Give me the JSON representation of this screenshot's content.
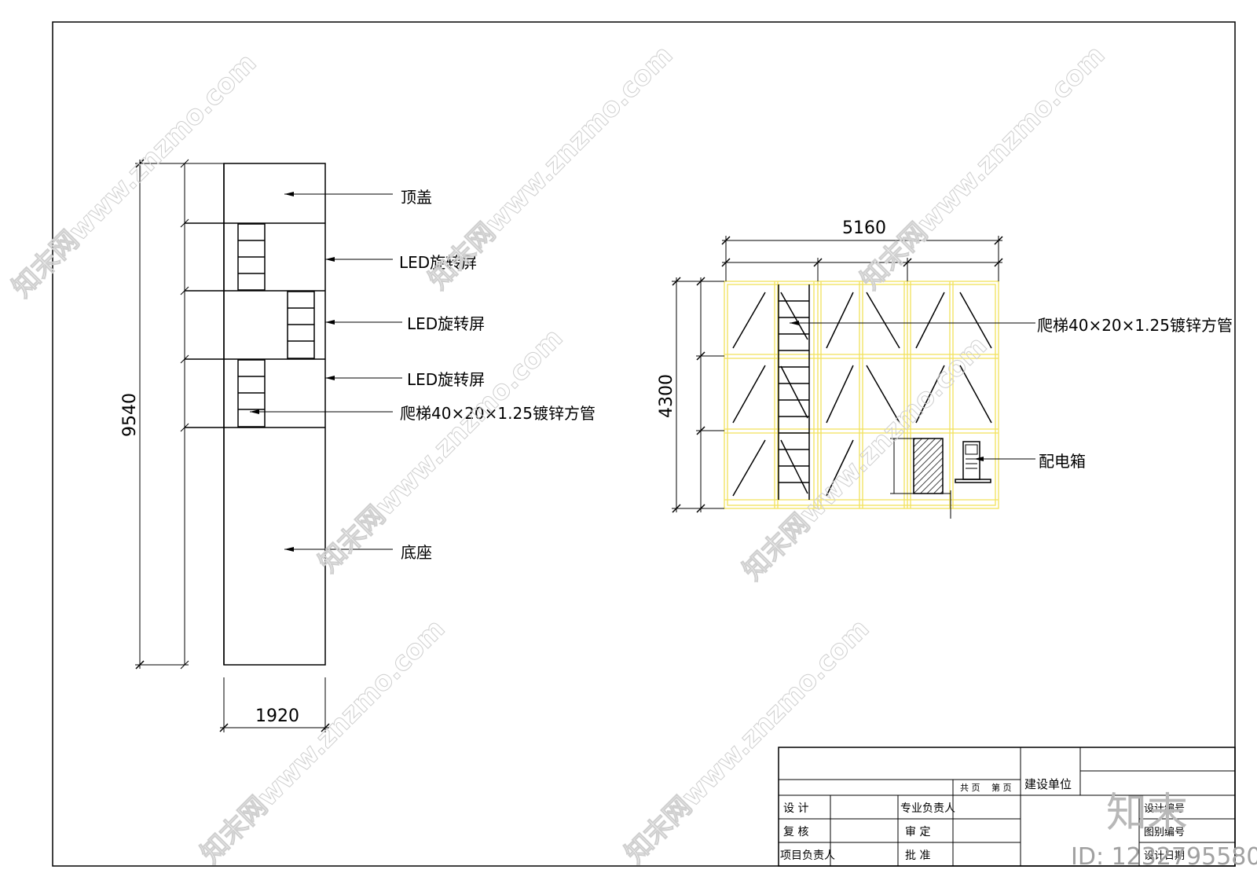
{
  "side_view": {
    "labels": {
      "top_cap": "顶盖",
      "led_1": "LED旋转屏",
      "led_2": "LED旋转屏",
      "led_3": "LED旋转屏",
      "ladder": "爬梯40×20×1.25镀锌方管",
      "base": "底座"
    },
    "dim_height": "9540",
    "dim_width": "1920"
  },
  "front_view": {
    "dim_width": "5160",
    "dim_height": "4300",
    "ladder_label": "爬梯40×20×1.25镀锌方管",
    "distribution_box_label": "配电箱"
  },
  "title_block": {
    "sheets": "共 页",
    "sheet_no": "第 页",
    "client": "建设单位",
    "design": "设 计",
    "review": "复 核",
    "project_lead": "项目负责人",
    "discipline_lead": "专业负责人",
    "audit": "审 定",
    "approve": "批 准",
    "design_no": "设计编号",
    "drawing_no": "图别编号",
    "date": "设计日期"
  },
  "watermark": {
    "text": "知末网www.znzmo.com",
    "logo": "知末",
    "id": "ID: 1232795580"
  }
}
